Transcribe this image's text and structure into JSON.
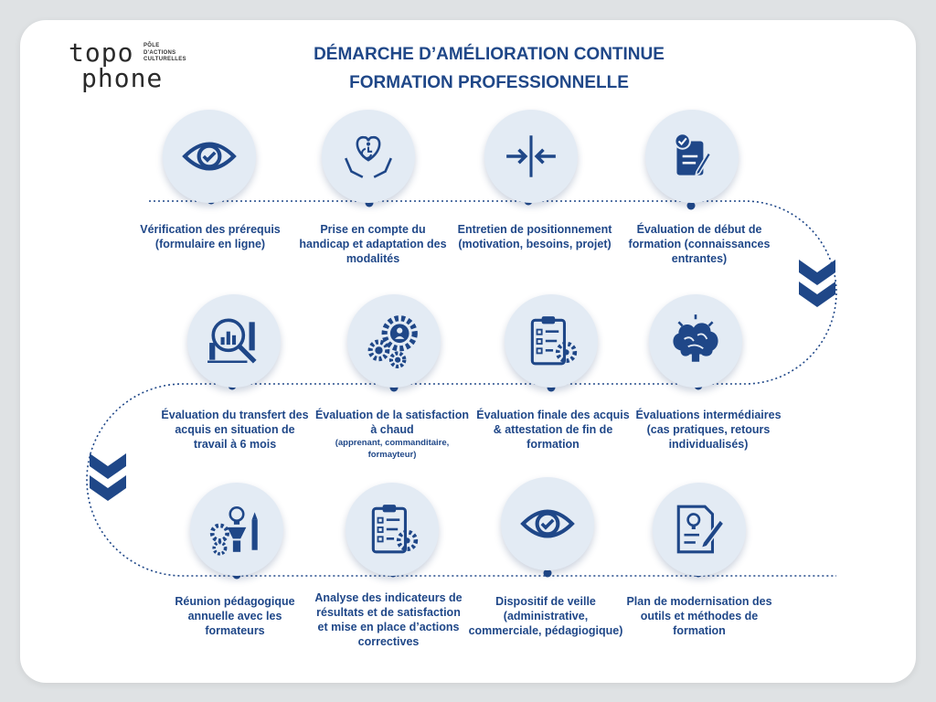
{
  "logo": {
    "line1": "topo",
    "line2": "phone",
    "sub1": "PÔLE",
    "sub2": "D'ACTIONS",
    "sub3": "CULTURELLES"
  },
  "title": {
    "line1": "DÉMARCHE D’AMÉLIORATION CONTINUE",
    "line2": "FORMATION PROFESSIONNELLE"
  },
  "colors": {
    "primary": "#1f4788",
    "circle_bg": "#e3ebf4",
    "connector": "#1f4788"
  },
  "steps": [
    {
      "icon": "eye-icon",
      "label": "Vérification des prérequis (formulaire en ligne)"
    },
    {
      "icon": "heart-hands-accessibility-icon",
      "label": "Prise en compte du handicap et adaptation des modalités"
    },
    {
      "icon": "arrows-converge-icon",
      "label": "Entretien de positionnement (motivation, besoins, projet)"
    },
    {
      "icon": "checklist-pen-icon",
      "label": "Évaluation de début de formation (connaissances entrantes)"
    },
    {
      "icon": "brain-icon",
      "label": "Évaluations intermédiaires (cas pratiques, retours individualisés)"
    },
    {
      "icon": "clipboard-gear-icon",
      "label": "Évaluation finale des acquis & attestation de fin de formation"
    },
    {
      "icon": "gears-person-icon",
      "label": "Évaluation de la satisfaction à chaud",
      "note": "(apprenant, commanditaire, formayteur)"
    },
    {
      "icon": "magnifier-chart-icon",
      "label": "Évaluation du transfert des acquis en situation de travail à 6 mois"
    },
    {
      "icon": "gears-idea-icon",
      "label": "Réunion pédagogique annuelle avec les formateurs"
    },
    {
      "icon": "clipboard-gear-icon",
      "label": "Analyse des indicateurs de résultats et de satisfaction et mise en place d’actions correctives"
    },
    {
      "icon": "eye-icon",
      "label": "Dispositif de veille (administrative, commerciale, pédagiogique)"
    },
    {
      "icon": "document-pen-idea-icon",
      "label": "Plan de modernisation des outils et méthodes de formation"
    }
  ]
}
